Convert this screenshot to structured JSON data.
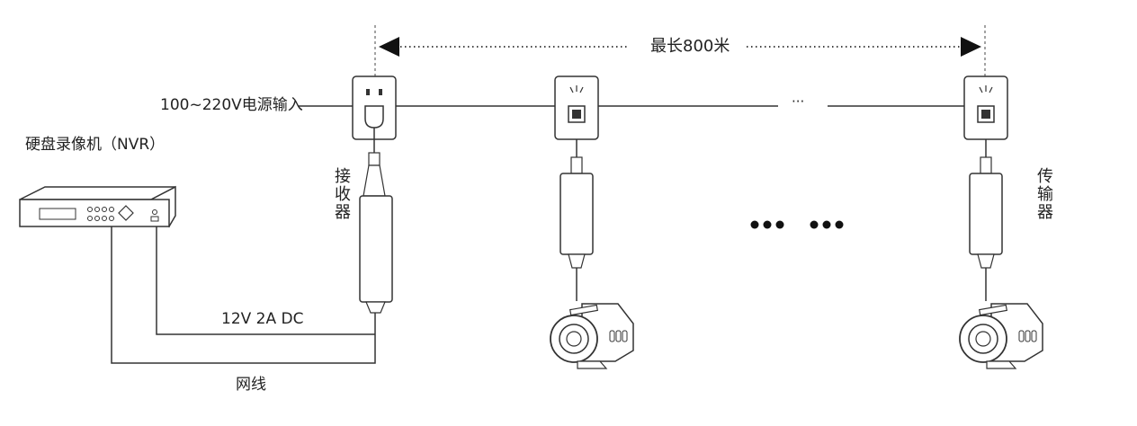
{
  "labels": {
    "distance": "最长800米",
    "power_input": "100~220V电源输入",
    "nvr": "硬盘录像机（NVR）",
    "receiver": "接收器",
    "transmitter": "传输器",
    "power_spec": "12V 2A DC",
    "network_cable": "网线",
    "ellipsis_small": "···"
  }
}
